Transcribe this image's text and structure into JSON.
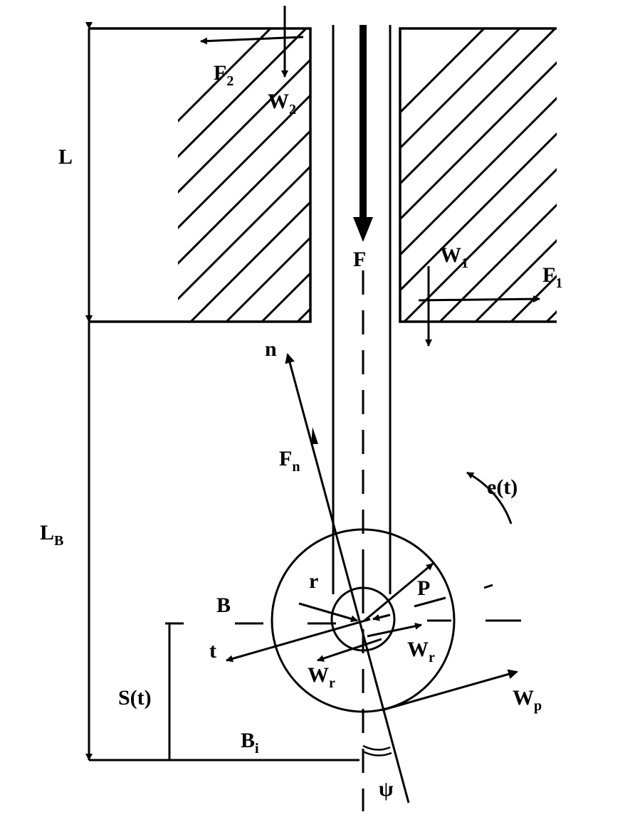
{
  "labels": {
    "L": "L",
    "L_B_main": "L",
    "L_B_sub": "B",
    "F": "F",
    "F1_main": "F",
    "F1_sub": "1",
    "F2_main": "F",
    "F2_sub": "2",
    "W1_main": "W",
    "W1_sub": "1",
    "W2_main": "W",
    "W2_sub": "2",
    "n": "n",
    "Fn_main": "F",
    "Fn_sub": "n",
    "e": "e(t)",
    "r": "r",
    "P": "P",
    "B": "B",
    "t": "t",
    "Wr_left_main": "W",
    "Wr_left_sub": "r",
    "Wr_right_main": "W",
    "Wr_right_sub": "r",
    "Wp_main": "W",
    "Wp_sub": "p",
    "S": "S(t)",
    "Bi_main": "B",
    "Bi_sub": "i",
    "psi": "ψ"
  }
}
